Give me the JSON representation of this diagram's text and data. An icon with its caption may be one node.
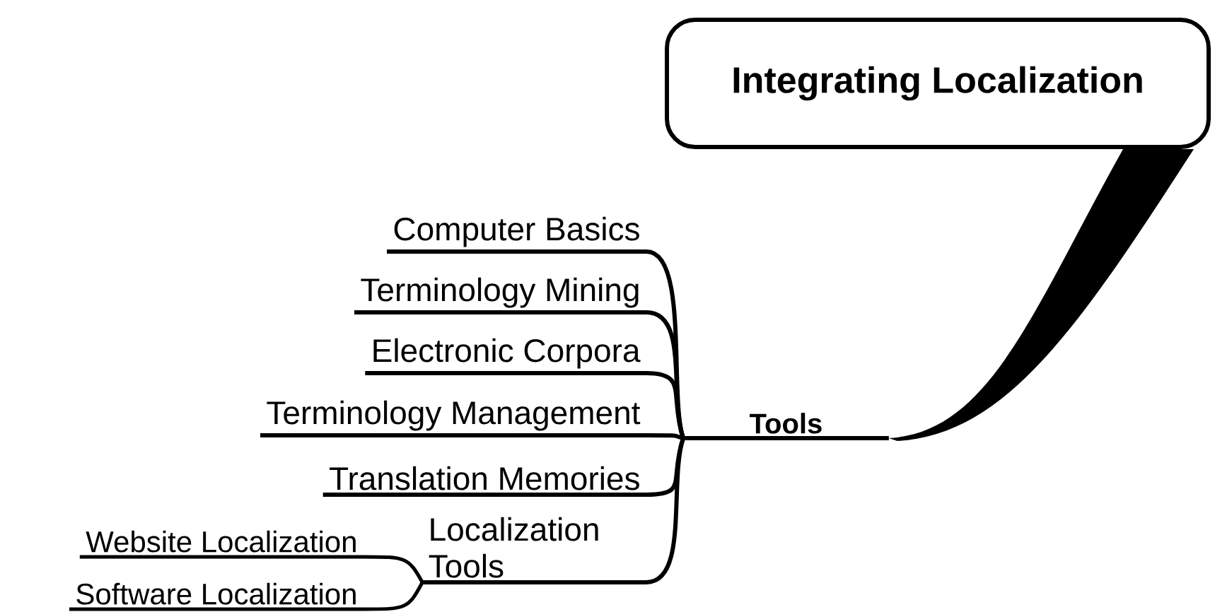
{
  "diagram": {
    "nodes": [
      {
        "text": [
          "Integrating Localization"
        ]
      },
      {
        "text": [
          "Tools"
        ]
      },
      {
        "text": [
          "Computer Basics"
        ]
      },
      {
        "text": [
          "Terminology Mining"
        ]
      },
      {
        "text": [
          "Electronic Corpora"
        ]
      },
      {
        "text": [
          "Terminology Management"
        ]
      },
      {
        "text": [
          "Translation Memories"
        ]
      },
      {
        "text": [
          "Localization Tools"
        ]
      },
      {
        "text": [
          "Website Localization"
        ]
      },
      {
        "text": [
          "Software Localization"
        ]
      }
    ],
    "edges": [
      {
        "from": 0,
        "to": 1,
        "arrow": "none",
        "style": "thick"
      },
      {
        "from": 2,
        "to": 1,
        "arrow": "none"
      },
      {
        "from": 3,
        "to": 1,
        "arrow": "none"
      },
      {
        "from": 4,
        "to": 1,
        "arrow": "none"
      },
      {
        "from": 5,
        "to": 1,
        "arrow": "none"
      },
      {
        "from": 6,
        "to": 1,
        "arrow": "none"
      },
      {
        "from": 7,
        "to": 1,
        "arrow": "none"
      },
      {
        "from": 8,
        "to": 7,
        "arrow": "none"
      },
      {
        "from": 9,
        "to": 7,
        "arrow": "none"
      }
    ]
  }
}
